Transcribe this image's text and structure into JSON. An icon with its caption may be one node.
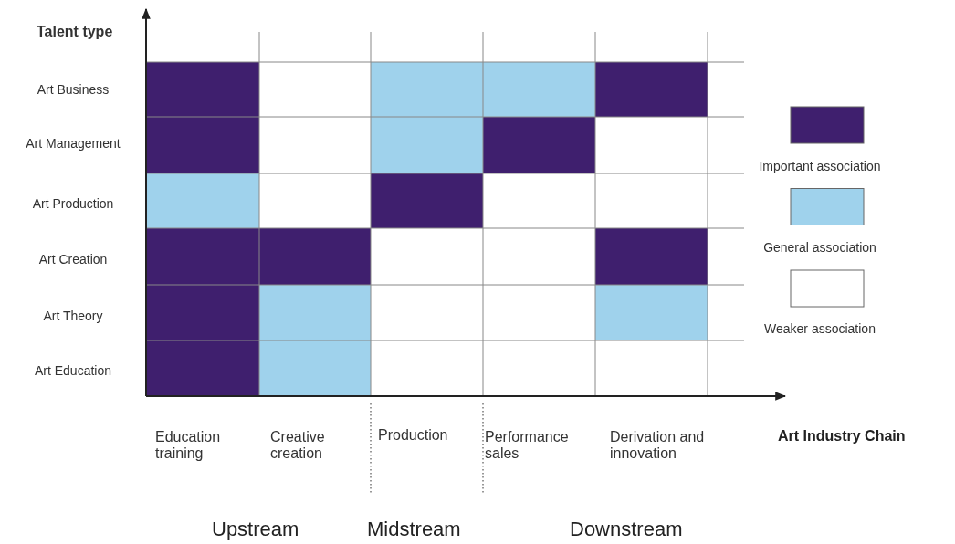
{
  "diagram": {
    "labels": [
      "Talent type",
      "Art Business",
      "Art Management",
      "Art Production",
      "Art Creation",
      "Art Theory",
      "Art Education",
      "Education training",
      "Creative creation",
      "Production",
      "Performance sales",
      "Derivation and innovation",
      "Art Industry Chain",
      "Upstream",
      "Midstream",
      "Downstream"
    ],
    "legend": [
      {
        "text": "Important association",
        "color": "#3f1f6e"
      },
      {
        "text": "General association",
        "color": "#9fd2ec"
      },
      {
        "text": "Weaker association",
        "color": "#ffffff"
      }
    ]
  }
}
